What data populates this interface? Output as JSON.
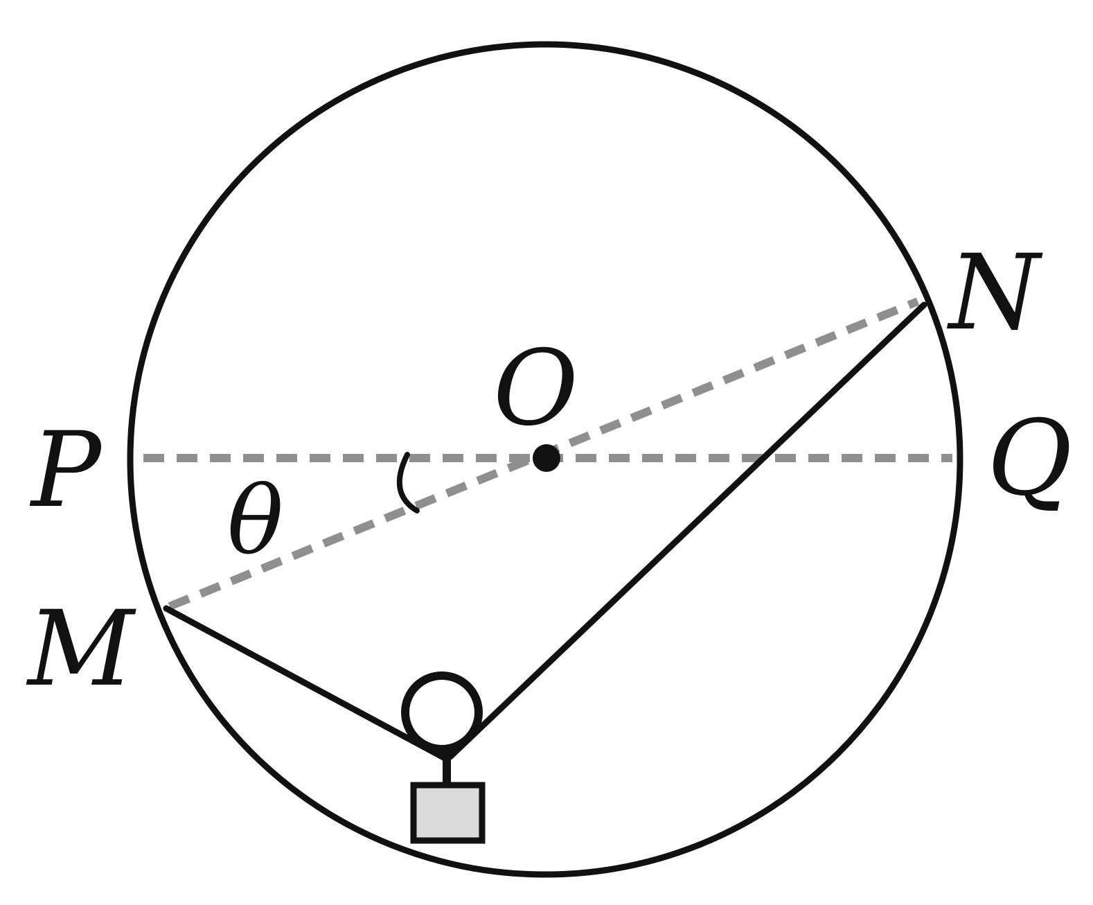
{
  "labels": {
    "P": "P",
    "Q": "Q",
    "O": "O",
    "M": "M",
    "N": "N",
    "theta": "θ"
  },
  "colors": {
    "stroke": "#111111",
    "dashed_line": "#8f8f8f",
    "block_fill": "#dcdcdc",
    "background": "#ffffff"
  }
}
